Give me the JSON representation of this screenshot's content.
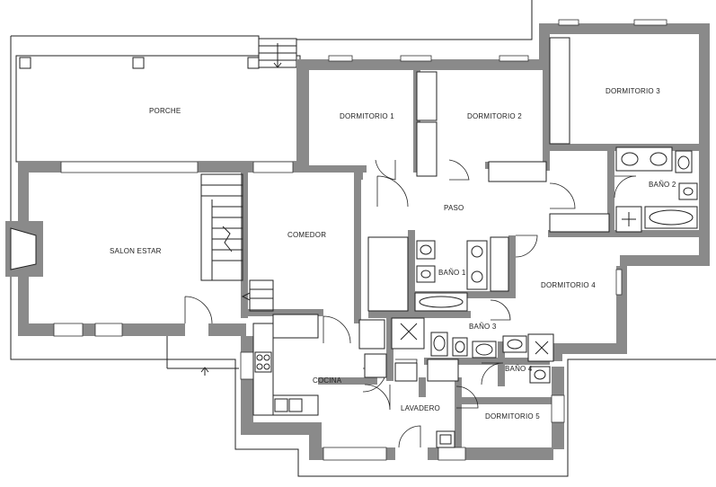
{
  "plan": {
    "rooms": {
      "porche": "PORCHE",
      "salon": "SALON ESTAR",
      "comedor": "COMEDOR",
      "cocina": "COCINA",
      "lavadero": "LAVADERO",
      "paso": "PASO",
      "d1": "DORMITORIO 1",
      "d2": "DORMITORIO 2",
      "d3": "DORMITORIO 3",
      "d4": "DORMITORIO 4",
      "d5": "DORMITORIO 5",
      "b1": "BAÑO 1",
      "b2": "BAÑO 2",
      "b3": "BAÑO 3",
      "b4": "BAÑO 4"
    }
  }
}
